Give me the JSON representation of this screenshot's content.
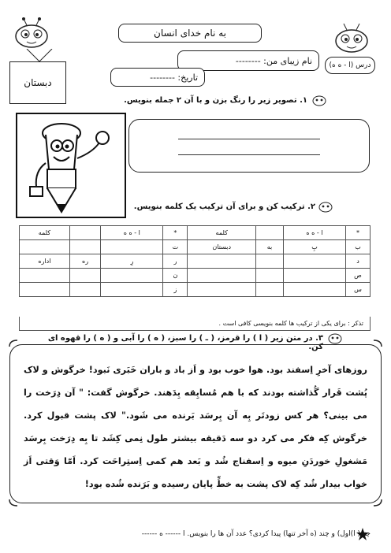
{
  "header": {
    "title": "به نام خدای انسان",
    "lesson": "درس (ا - ه ه)",
    "name_label": "نام زیبای من: --------",
    "date_label": "تاریخ: --------",
    "school_label": "دبستان"
  },
  "question1": {
    "number": "۱.",
    "text": "تصویر زیر را رنگ بزن و با آن ۲ جمله بنویس."
  },
  "question2": {
    "number": "۲.",
    "text": "ترکیب کن و برای آن ترکیب یک کلمه بنویس."
  },
  "table": {
    "header": [
      "*",
      "ا - ه ه",
      "",
      "کلمه",
      "*",
      "ا - ه ه",
      "",
      "کلمه"
    ],
    "rows": [
      [
        "ب",
        "بِ",
        "به",
        "دبستان",
        "ت",
        "",
        "",
        ""
      ],
      [
        "د",
        "",
        "",
        "",
        "ر",
        "رِ",
        "ره",
        "اداره"
      ],
      [
        "ص",
        "",
        "",
        "",
        "ن",
        "",
        "",
        ""
      ],
      [
        "س",
        "",
        "",
        "",
        "ز",
        "",
        "",
        ""
      ]
    ],
    "note": "تذکر : برای یکی از ترکیب ها کلمه بنویسی کافی است ."
  },
  "question3": {
    "number": "۳.",
    "text": "در متن زیر ( ا ) را قرمز، ( ـ ) را سبز، ( ه ) را آبی و ( ه ) را قهوه ای کن."
  },
  "story": "روزهای آخرِ اِسفند بود. هوا خوب بود و اَز باد و باران خَبَری نَبود! خرگوش و لاک پُشت قَرار گُذاشته بودند که با هم مُسابِقه بِدَهند. خرگوش گفت: \" آن دِرَخت را می بینی؟ هر کس زودتَر بِه آن بِرسَد بَرنده می شَود.\" لاک پشت قبول کرد. خرگوش کِه فکر می کرد دو سه دَقیقه بیشتر طول نِمی کِشَد تا بِه دِرَخت بِرسَد مَشغولِ خوردَنِ میوه و اِسفناج شُد و بَعد هم کمی اِستِراحَت کرد. اَمّا وَقتی اَز خواب بیدار شُد کِه لاک پشت به خطِّ پایان رسیده و بَرَنده شُده بود!",
  "final_question": "چند( ا)اول) و چند (ه آخر تنها) پیدا کردی؟ عدد آن ها را بنویس. ا ------ ه ------"
}
